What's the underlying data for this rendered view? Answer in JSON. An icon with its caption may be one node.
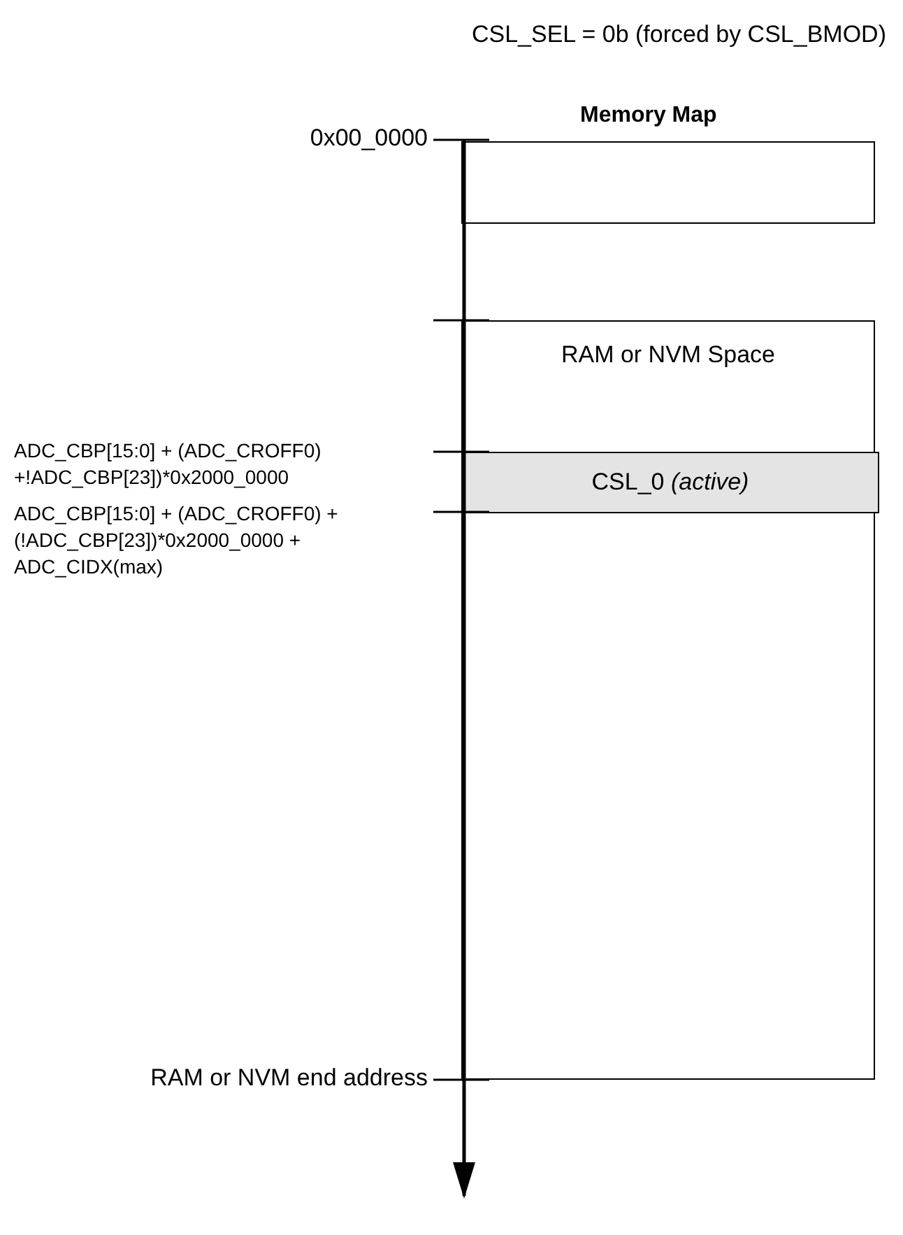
{
  "diagram": {
    "title": "CSL_SEL = 0b (forced by CSL_BMOD)",
    "nodes": [
      {
        "text": [],
        "shape": "box"
      },
      {
        "text": [
          "RAM or NVM Space"
        ]
      },
      {
        "text": [
          "CSL_0 *(active)*"
        ],
        "in": 1
      }
    ],
    "labels": [
      "Memory Map",
      "0x00_0000",
      "ADC_CBP[15:0] + (ADC_CROFF0) +!ADC_CBP[23])*0x2000_0000",
      "ADC_CBP[15:0] + (ADC_CROFF0) + (!ADC_CBP[23])*0x2000_0000 + ADC_CIDX(max)",
      "RAM or NVM end address"
    ]
  }
}
